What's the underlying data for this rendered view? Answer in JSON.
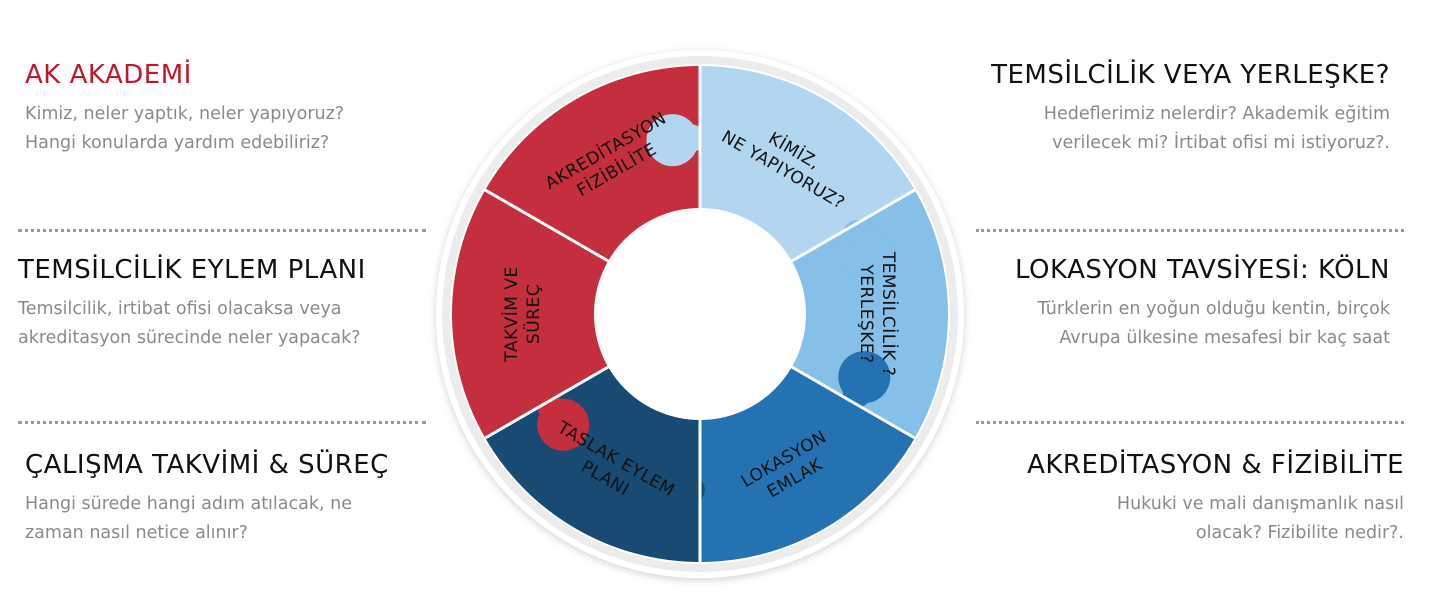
{
  "blocks": {
    "top_left": {
      "title": "AK AKADEMİ",
      "lines": [
        "Kimiz, neler yaptık, neler yapıyoruz?",
        "Hangi konularda yardım edebiliriz?"
      ]
    },
    "mid_left": {
      "title": "TEMSİLCİLİK EYLEM PLANI",
      "lines": [
        "Temsilcilik, irtibat ofisi olacaksa veya",
        "akreditasyon sürecinde neler yapacak?"
      ]
    },
    "bot_left": {
      "title": "ÇALIŞMA TAKVİMİ & SÜREÇ",
      "lines": [
        "Hangi sürede hangi adım atılacak, ne",
        "zaman nasıl netice alınır?"
      ]
    },
    "top_right": {
      "title": "TEMSİLCİLİK VEYA YERLEŞKE?",
      "lines": [
        "Hedeflerimiz nelerdir? Akademik eğitim",
        "verilecek mi? İrtibat ofisi mi istiyoruz?."
      ]
    },
    "mid_right": {
      "title": "LOKASYON TAVSİYESİ: KÖLN",
      "lines": [
        "Türklerin en yoğun olduğu kentin, birçok",
        "Avrupa ülkesine mesafesi bir kaç saat"
      ]
    },
    "bot_right": {
      "title": "AKREDİTASYON & FİZİBİLİTE",
      "lines": [
        "Hukuki ve mali danışmanlık nasıl",
        "olacak? Fizibilite nedir?."
      ]
    }
  },
  "wheel": {
    "segments": [
      {
        "id": "akreditasyon",
        "lines": [
          "AKREDİTASYON",
          "FİZİBİLİTE"
        ],
        "color": "#c42e3d",
        "text_color": "#111111"
      },
      {
        "id": "kimiz",
        "lines": [
          "KİMİZ,",
          "NE YAPIYORUZ?"
        ],
        "color": "#b3d6f0",
        "text_color": "#111111"
      },
      {
        "id": "temsilcilik",
        "lines": [
          "TEMSİLCİLİK ?",
          "YERLEŞKE?"
        ],
        "color": "#86bfe8",
        "text_color": "#111111"
      },
      {
        "id": "lokasyon",
        "lines": [
          "LOKASYON",
          "EMLAK"
        ],
        "color": "#2572b2",
        "text_color": "#111111"
      },
      {
        "id": "taslak",
        "lines": [
          "TASLAK EYLEM",
          "PLANI"
        ],
        "color": "#184a73",
        "text_color": "#111111"
      },
      {
        "id": "takvim",
        "lines": [
          "TAKVİM VE",
          "SÜREÇ"
        ],
        "color": "#c42e3d",
        "text_color": "#111111"
      }
    ],
    "ring_color": "#ececec"
  },
  "colors": {
    "accent": "#c0182a",
    "separator": "#9a9a9a",
    "body_text": "#8a8a8a"
  }
}
